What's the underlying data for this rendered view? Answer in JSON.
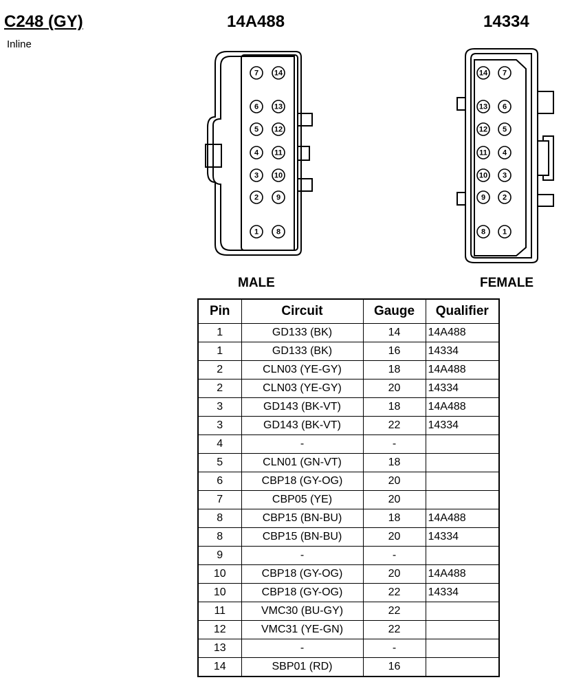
{
  "header": {
    "connector_id": "C248 (GY)",
    "location": "Inline"
  },
  "male": {
    "part_number": "14A488",
    "label": "MALE",
    "pins": [
      {
        "a": "7",
        "b": "14"
      },
      {
        "a": "6",
        "b": "13"
      },
      {
        "a": "5",
        "b": "12"
      },
      {
        "a": "4",
        "b": "11"
      },
      {
        "a": "3",
        "b": "10"
      },
      {
        "a": "2",
        "b": "9"
      },
      {
        "a": "1",
        "b": "8"
      }
    ]
  },
  "female": {
    "part_number": "14334",
    "label": "FEMALE",
    "pins": [
      {
        "a": "14",
        "b": "7"
      },
      {
        "a": "13",
        "b": "6"
      },
      {
        "a": "12",
        "b": "5"
      },
      {
        "a": "11",
        "b": "4"
      },
      {
        "a": "10",
        "b": "3"
      },
      {
        "a": "9",
        "b": "2"
      },
      {
        "a": "8",
        "b": "1"
      }
    ]
  },
  "table": {
    "headers": [
      "Pin",
      "Circuit",
      "Gauge",
      "Qualifier"
    ],
    "rows": [
      [
        "1",
        "GD133 (BK)",
        "14",
        "14A488"
      ],
      [
        "1",
        "GD133 (BK)",
        "16",
        "14334"
      ],
      [
        "2",
        "CLN03 (YE-GY)",
        "18",
        "14A488"
      ],
      [
        "2",
        "CLN03 (YE-GY)",
        "20",
        "14334"
      ],
      [
        "3",
        "GD143 (BK-VT)",
        "18",
        "14A488"
      ],
      [
        "3",
        "GD143 (BK-VT)",
        "22",
        "14334"
      ],
      [
        "4",
        "-",
        "-",
        ""
      ],
      [
        "5",
        "CLN01 (GN-VT)",
        "18",
        ""
      ],
      [
        "6",
        "CBP18 (GY-OG)",
        "20",
        ""
      ],
      [
        "7",
        "CBP05 (YE)",
        "20",
        ""
      ],
      [
        "8",
        "CBP15 (BN-BU)",
        "18",
        "14A488"
      ],
      [
        "8",
        "CBP15 (BN-BU)",
        "20",
        "14334"
      ],
      [
        "9",
        "-",
        "-",
        ""
      ],
      [
        "10",
        "CBP18 (GY-OG)",
        "20",
        "14A488"
      ],
      [
        "10",
        "CBP18 (GY-OG)",
        "22",
        "14334"
      ],
      [
        "11",
        "VMC30 (BU-GY)",
        "22",
        ""
      ],
      [
        "12",
        "VMC31 (YE-GN)",
        "22",
        ""
      ],
      [
        "13",
        "-",
        "-",
        ""
      ],
      [
        "14",
        "SBP01 (RD)",
        "16",
        ""
      ]
    ]
  }
}
